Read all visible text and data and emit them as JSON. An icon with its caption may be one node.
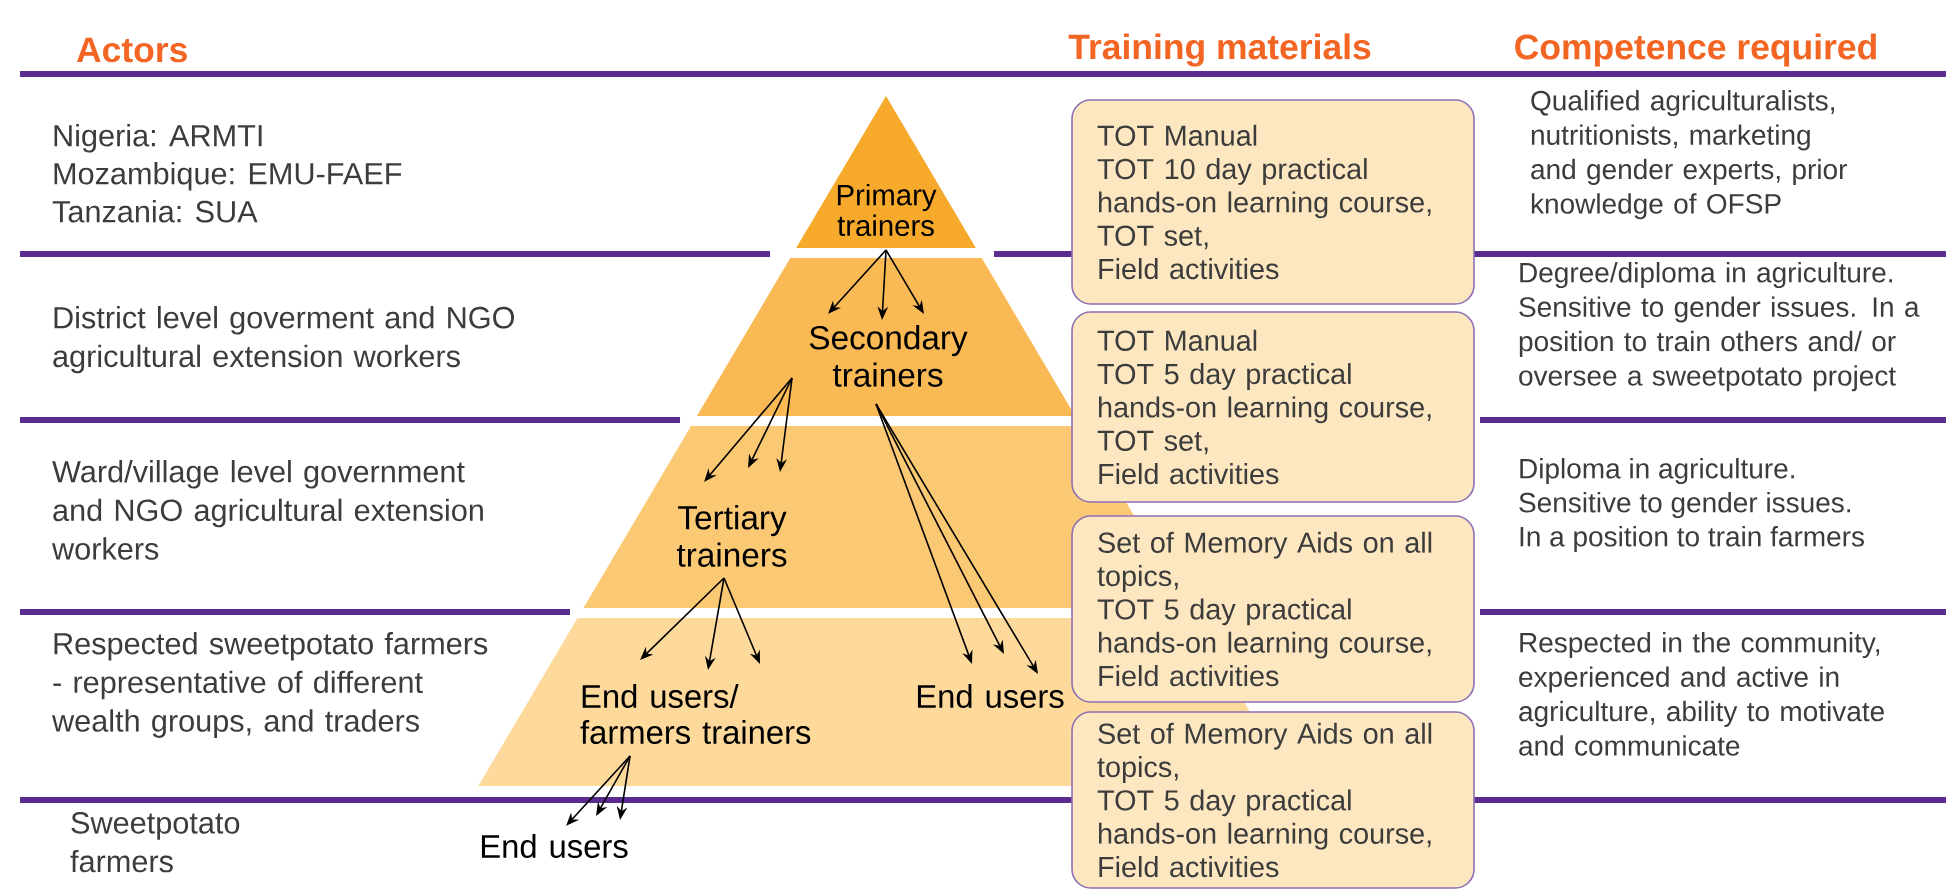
{
  "diagram": {
    "nodes": [
      {
        "text": [
          "Primary trainers"
        ]
      },
      {
        "text": [
          "Secondary trainers"
        ]
      },
      {
        "text": [
          "Tertiary trainers"
        ]
      },
      {
        "text": [
          "End users/ farmers trainers"
        ]
      },
      {
        "text": [
          "End users"
        ]
      },
      {
        "text": [
          "End users"
        ]
      },
      {
        "text": [
          "TOT Manual",
          "TOT 10 day practical hands-on learning course,",
          "TOT set,",
          "Field activities"
        ]
      },
      {
        "text": [
          "TOT Manual",
          "TOT 5 day practical hands-on learning course,",
          "TOT set,",
          "Field activities"
        ]
      },
      {
        "text": [
          "Set of Memory Aids on all topics,",
          "TOT 5 day practical hands-on learning course,",
          "Field activities"
        ]
      },
      {
        "text": [
          "Set of Memory Aids on all topics,",
          "TOT 5 day practical hands-on learning course,",
          "Field activities"
        ]
      }
    ],
    "edges": [
      {
        "from": 0,
        "to": 1,
        "arrow": "to"
      },
      {
        "from": 0,
        "to": 1,
        "arrow": "to"
      },
      {
        "from": 0,
        "to": 1,
        "arrow": "to"
      },
      {
        "from": 1,
        "to": 2,
        "arrow": "to"
      },
      {
        "from": 1,
        "to": 2,
        "arrow": "to"
      },
      {
        "from": 1,
        "to": 2,
        "arrow": "to"
      },
      {
        "from": 1,
        "to": 4,
        "arrow": "to"
      },
      {
        "from": 1,
        "to": 4,
        "arrow": "to"
      },
      {
        "from": 1,
        "to": 4,
        "arrow": "to"
      },
      {
        "from": 2,
        "to": 3,
        "arrow": "to"
      },
      {
        "from": 2,
        "to": 3,
        "arrow": "to"
      },
      {
        "from": 2,
        "to": 3,
        "arrow": "to"
      },
      {
        "from": 3,
        "to": 5,
        "arrow": "to"
      },
      {
        "from": 3,
        "to": 5,
        "arrow": "to"
      },
      {
        "from": 3,
        "to": 5,
        "arrow": "to"
      }
    ],
    "labels": [
      "Actors",
      "Training materials",
      "Competence required",
      "Nigeria: ARMTI",
      "Mozambique: EMU-FAEF",
      "Tanzania: SUA",
      "Qualified agriculturalists, nutritionists, marketing and gender experts, prior knowledge of OFSP",
      "District level goverment and NGO agricultural extension workers",
      "Degree/diploma in agriculture. Sensitive to gender issues. In a position to train others and/ or oversee a sweetpotato project",
      "Ward/village level government and NGO agricultural extension workers",
      "Diploma in agriculture.",
      "Sensitive to gender issues.",
      "In a position to train farmers",
      "Respected sweetpotato farmers - representative of different wealth groups, and traders",
      "Respected in the community, experienced and active in agriculture, ability to motivate and communicate",
      "Sweetpotato farmers"
    ]
  }
}
